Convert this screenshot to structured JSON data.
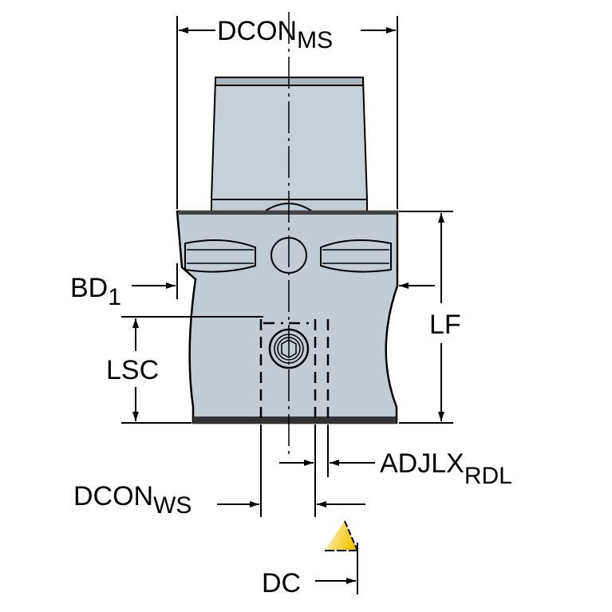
{
  "labels": {
    "dcon_ms": {
      "main": "DCON",
      "sub": "MS"
    },
    "bd1": {
      "main": "BD",
      "sub": "1"
    },
    "lf": {
      "main": "LF"
    },
    "lsc": {
      "main": "LSC"
    },
    "adjlx_rdl": {
      "main": "ADJLX",
      "sub": "RDL"
    },
    "dcon_ws": {
      "main": "DCON",
      "sub": "WS"
    },
    "dc": {
      "main": "DC"
    }
  },
  "colors": {
    "body": "#c2ccd4",
    "shank": "#c8d0d7",
    "insert": "#f0c800",
    "line": "#000000"
  }
}
